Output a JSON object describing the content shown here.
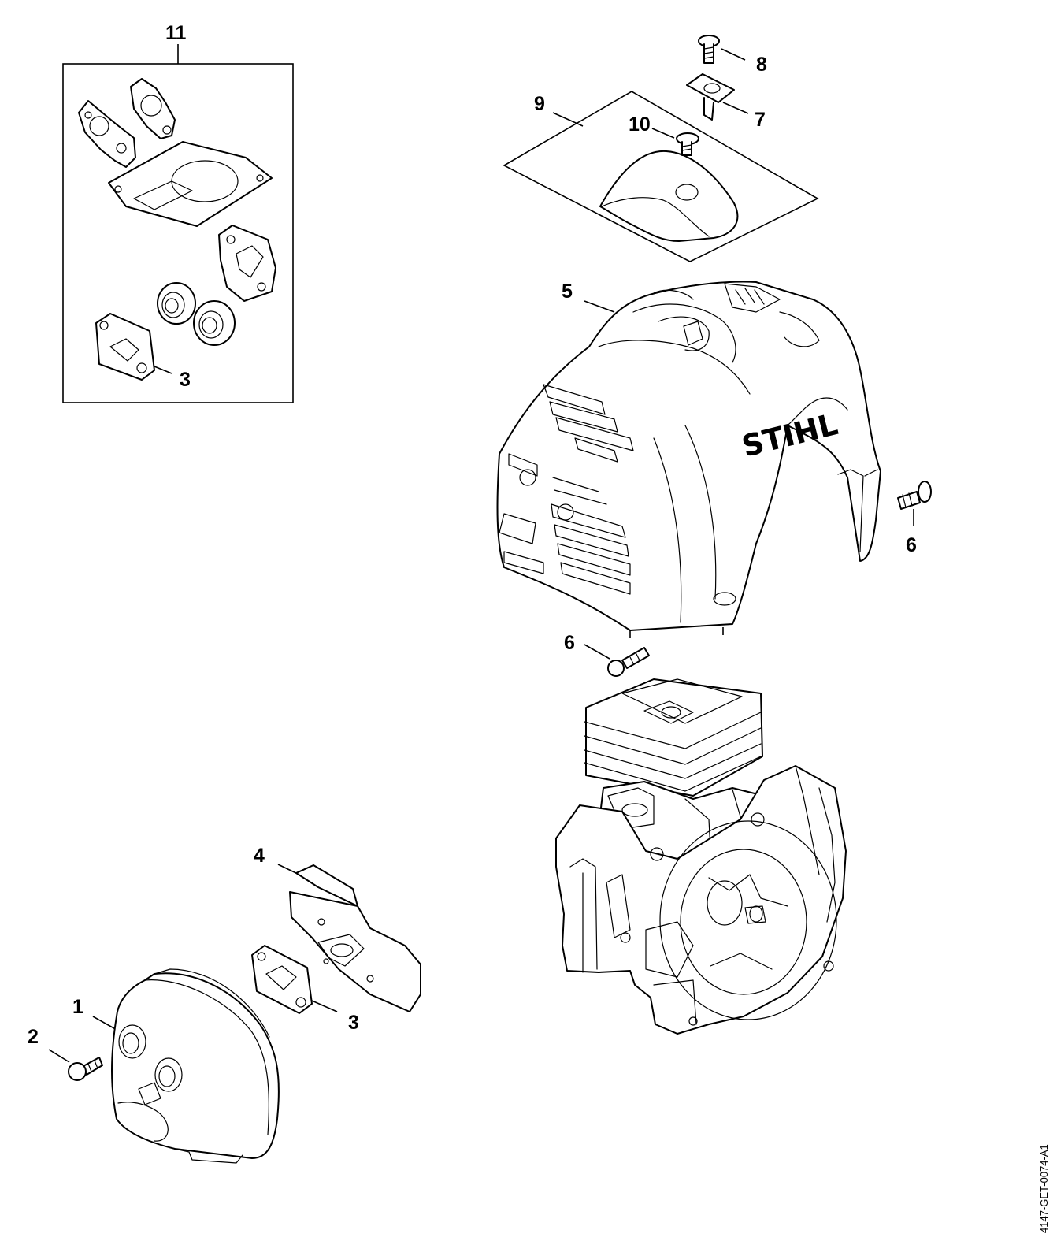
{
  "labels": {
    "p1": "1",
    "p2": "2",
    "p3a": "3",
    "p3b": "3",
    "p4": "4",
    "p5": "5",
    "p6a": "6",
    "p6b": "6",
    "p7": "7",
    "p8": "8",
    "p9": "9",
    "p10": "10",
    "p11": "11"
  },
  "brand_text": "STIHL",
  "diagram_code": "4147-GET-0074-A1"
}
